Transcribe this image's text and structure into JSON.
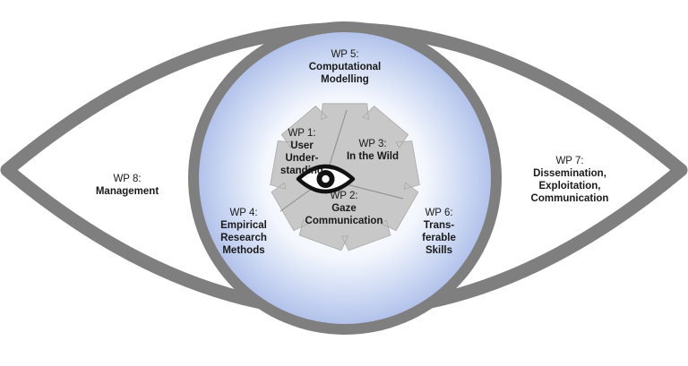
{
  "work_packages": {
    "wp5": {
      "number": "WP 5:",
      "name_lines": [
        "Computational",
        "Modelling"
      ]
    },
    "wp1": {
      "number": "WP 1:",
      "name_lines": [
        "User",
        "Under-",
        "standing"
      ]
    },
    "wp3": {
      "number": "WP 3:",
      "name_lines": [
        "In the Wild"
      ]
    },
    "wp2": {
      "number": "WP 2:",
      "name_lines": [
        "Gaze",
        "Communication"
      ]
    },
    "wp4": {
      "number": "WP 4:",
      "name_lines": [
        "Empirical",
        "Research",
        "Methods"
      ]
    },
    "wp6": {
      "number": "WP 6:",
      "name_lines": [
        "Trans-",
        "ferable",
        "Skills"
      ]
    },
    "wp7": {
      "number": "WP 7:",
      "name_lines": [
        "Dissemination,",
        "Exploitation,",
        "Communication"
      ]
    },
    "wp8": {
      "number": "WP 8:",
      "name_lines": [
        "Management"
      ]
    }
  },
  "colors": {
    "eye_outline": "#808080",
    "gear": "#c8c8c8",
    "iris_glow": "#b7c7ee",
    "text": "#1a1a1a"
  },
  "icons": {
    "center": "eye-icon"
  }
}
